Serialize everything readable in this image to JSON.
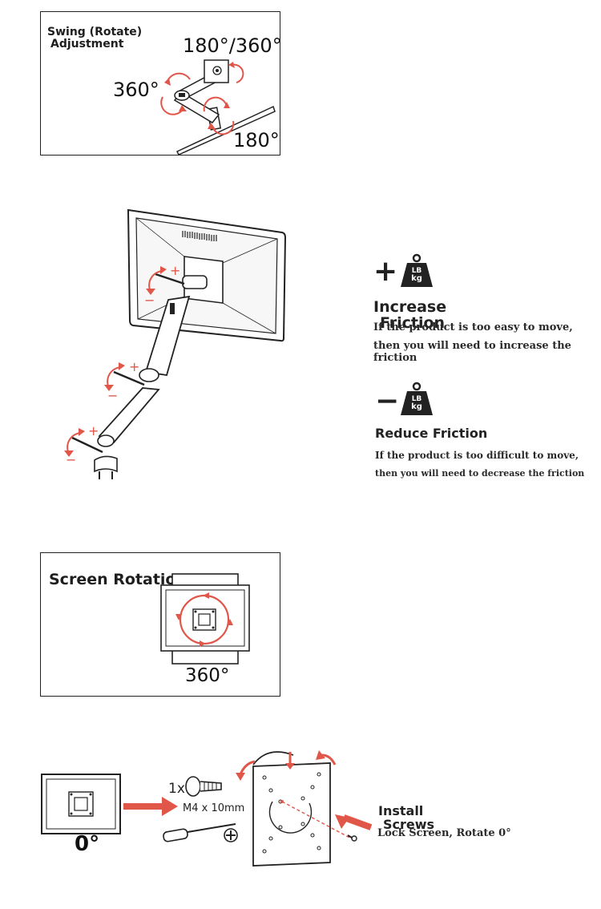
{
  "swing": {
    "title_line1": "Swing (Rotate)",
    "title_line2": "Adjustment",
    "deg_top": "180°/360°",
    "deg_left": "360°",
    "deg_bottom": "180°"
  },
  "friction": {
    "increase_sign": "+",
    "increase_title_line1": "Increase",
    "increase_title_line2": "Friction",
    "increase_desc_line1": "If the product is too easy to move,",
    "increase_desc_line2": "then you will need to increase the friction",
    "reduce_sign": "−",
    "reduce_title": "Reduce Friction",
    "reduce_desc_line1": "If the product is too difficult to move,",
    "reduce_desc_line2": "then you will need to decrease the friction",
    "weight_line1": "LB",
    "weight_line2": "kg",
    "plus_mark": "+",
    "minus_mark": "−"
  },
  "rotation": {
    "title": "Screen Rotation",
    "degrees": "360°"
  },
  "install": {
    "left_deg": "0°",
    "screw_qty": "1x",
    "screw_size": "M4 x 10mm",
    "title_line1": "Install",
    "title_line2": "Screws",
    "subtitle": "Lock Screen, Rotate 0°"
  },
  "colors": {
    "accent": "#e0574a",
    "ink": "#1e1e1e",
    "line": "#222222"
  }
}
